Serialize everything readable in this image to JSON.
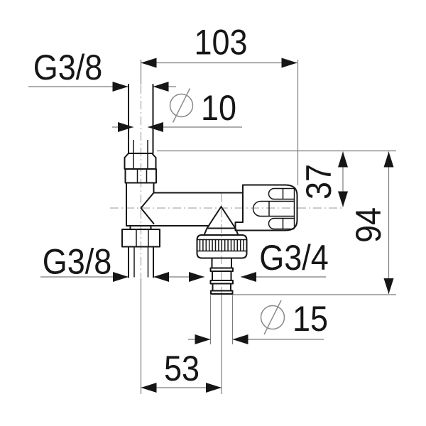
{
  "colors": {
    "background": "#ffffff",
    "outline": "#161616",
    "dimension_lines": "#7c7c7c",
    "centerlines": "#9a9a9a"
  },
  "labels": {
    "overall_width": "103",
    "top_thread": "G3/8",
    "pipe_diameter_symbol": "⌀",
    "pipe_diameter": "10",
    "top_to_axis": "37",
    "overall_height": "94",
    "bottom_thread": "G3/8",
    "outlet_thread": "G3/4",
    "hose_diameter_symbol": "⌀",
    "hose_diameter": "15",
    "axis_to_branch": "53"
  }
}
